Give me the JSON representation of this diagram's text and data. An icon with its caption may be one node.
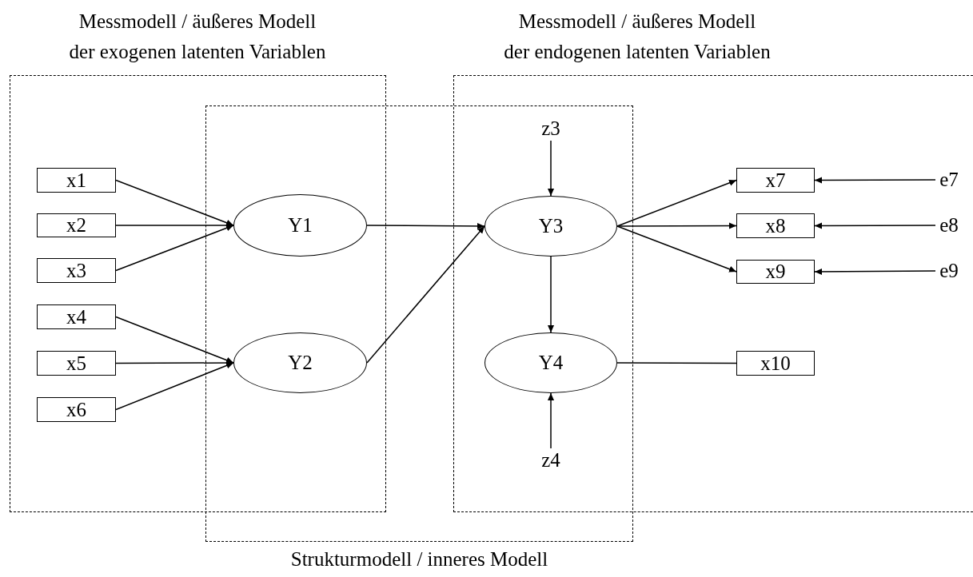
{
  "diagram": {
    "nodes": [
      {
        "text": [
          "Messmodell / äußeres Modell der exogenen latenten Variablen"
        ]
      },
      {
        "text": [
          "Messmodell / äußeres Modell der endogenen latenten Variablen"
        ]
      },
      {
        "text": [
          "Strukturmodell / inneres Modell"
        ]
      },
      {
        "text": [
          "x1"
        ],
        "in": 0
      },
      {
        "text": [
          "x2"
        ],
        "in": 0
      },
      {
        "text": [
          "x3"
        ],
        "in": 0
      },
      {
        "text": [
          "x4"
        ],
        "in": 0
      },
      {
        "text": [
          "x5"
        ],
        "in": 0
      },
      {
        "text": [
          "x6"
        ],
        "in": 0
      },
      {
        "text": [
          "Y1"
        ]
      },
      {
        "text": [
          "Y2"
        ]
      },
      {
        "text": [
          "z3"
        ],
        "in": 2
      },
      {
        "text": [
          "Y3"
        ],
        "in": 2
      },
      {
        "text": [
          "Y4"
        ],
        "in": 2
      },
      {
        "text": [
          "z4"
        ],
        "in": 2
      },
      {
        "text": [
          "x7"
        ],
        "in": 1
      },
      {
        "text": [
          "x8"
        ],
        "in": 1
      },
      {
        "text": [
          "x9"
        ],
        "in": 1
      },
      {
        "text": [
          "x10"
        ],
        "in": 1
      },
      {
        "text": [
          "e7"
        ],
        "in": 1
      },
      {
        "text": [
          "e8"
        ],
        "in": 1
      },
      {
        "text": [
          "e9"
        ],
        "in": 1
      }
    ],
    "edges": [
      {
        "from": 3,
        "to": 9,
        "arrow": "to"
      },
      {
        "from": 4,
        "to": 9,
        "arrow": "to"
      },
      {
        "from": 5,
        "to": 9,
        "arrow": "to"
      },
      {
        "from": 6,
        "to": 10,
        "arrow": "to"
      },
      {
        "from": 7,
        "to": 10,
        "arrow": "to"
      },
      {
        "from": 8,
        "to": 10,
        "arrow": "to"
      },
      {
        "from": 9,
        "to": 12,
        "arrow": "to"
      },
      {
        "from": 10,
        "to": 12,
        "arrow": "to"
      },
      {
        "from": 11,
        "to": 12,
        "arrow": "to"
      },
      {
        "from": 12,
        "to": 13,
        "arrow": "to"
      },
      {
        "from": 14,
        "to": 13,
        "arrow": "to"
      },
      {
        "from": 12,
        "to": 15,
        "arrow": "to"
      },
      {
        "from": 12,
        "to": 16,
        "arrow": "to"
      },
      {
        "from": 12,
        "to": 17,
        "arrow": "to"
      },
      {
        "from": 13,
        "to": 18,
        "arrow": "none"
      },
      {
        "from": 19,
        "to": 15,
        "arrow": "to"
      },
      {
        "from": 20,
        "to": 16,
        "arrow": "to"
      },
      {
        "from": 21,
        "to": 17,
        "arrow": "to"
      }
    ]
  }
}
